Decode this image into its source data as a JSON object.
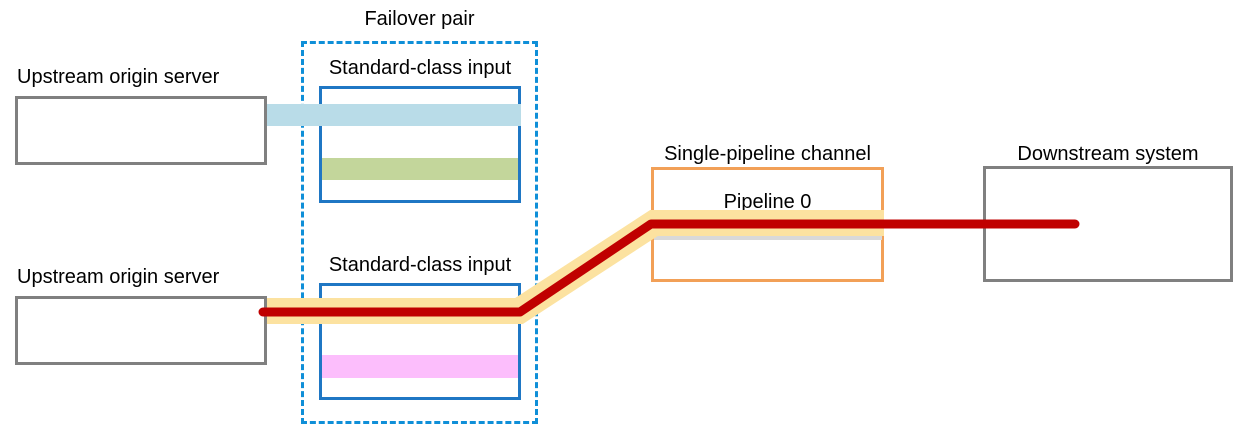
{
  "diagram": {
    "title_labels": {
      "failover_pair": "Failover pair",
      "upstream_top": "Upstream origin server",
      "upstream_bottom": "Upstream origin server",
      "standard_input_top": "Standard-class input",
      "standard_input_bottom": "Standard-class input",
      "single_pipeline_channel": "Single-pipeline channel",
      "pipeline_0": "Pipeline 0",
      "downstream_system": "Downstream system"
    },
    "colors": {
      "gray_border": "#808080",
      "blue_border": "#1F77C4",
      "orange_border": "#F2A057",
      "dashed_border": "#0F8FD8",
      "bar_light_blue": "#B9DCE8",
      "bar_green": "#C3D69B",
      "bar_pink": "#FCBEFC",
      "bar_gray": "#D9D9D9",
      "highlight_yellow": "#FCE2A0",
      "flow_red": "#C00000",
      "text": "#000000"
    },
    "nodes": [
      {
        "id": "upstream-origin-server-top",
        "label": "Upstream origin server",
        "kind": "gray-box"
      },
      {
        "id": "upstream-origin-server-bottom",
        "label": "Upstream origin server",
        "kind": "gray-box"
      },
      {
        "id": "failover-pair-group",
        "label": "Failover pair",
        "kind": "dashed-group"
      },
      {
        "id": "standard-class-input-top",
        "label": "Standard-class input",
        "kind": "blue-box"
      },
      {
        "id": "standard-class-input-bottom",
        "label": "Standard-class input",
        "kind": "blue-box"
      },
      {
        "id": "single-pipeline-channel",
        "label": "Single-pipeline channel",
        "kind": "orange-box"
      },
      {
        "id": "pipeline-0",
        "label": "Pipeline 0",
        "kind": "bar-label"
      },
      {
        "id": "downstream-system",
        "label": "Downstream system",
        "kind": "gray-box"
      }
    ],
    "bars": [
      {
        "id": "bar-top-light-blue",
        "color": "#B9DCE8",
        "from": "upstream-origin-server-top",
        "to": "standard-class-input-top"
      },
      {
        "id": "bar-top-green",
        "color": "#C3D69B",
        "in": "standard-class-input-top"
      },
      {
        "id": "bar-bottom-pink",
        "color": "#FCBEFC",
        "in": "standard-class-input-bottom"
      },
      {
        "id": "bar-pipeline-gray",
        "color": "#D9D9D9",
        "in": "single-pipeline-channel"
      }
    ],
    "flow": {
      "id": "active-flow-path",
      "highlight_color": "#FCE2A0",
      "line_color": "#C00000",
      "description": "Upstream origin server (bottom) to Standard-class input to Pipeline 0 to Downstream system"
    }
  }
}
